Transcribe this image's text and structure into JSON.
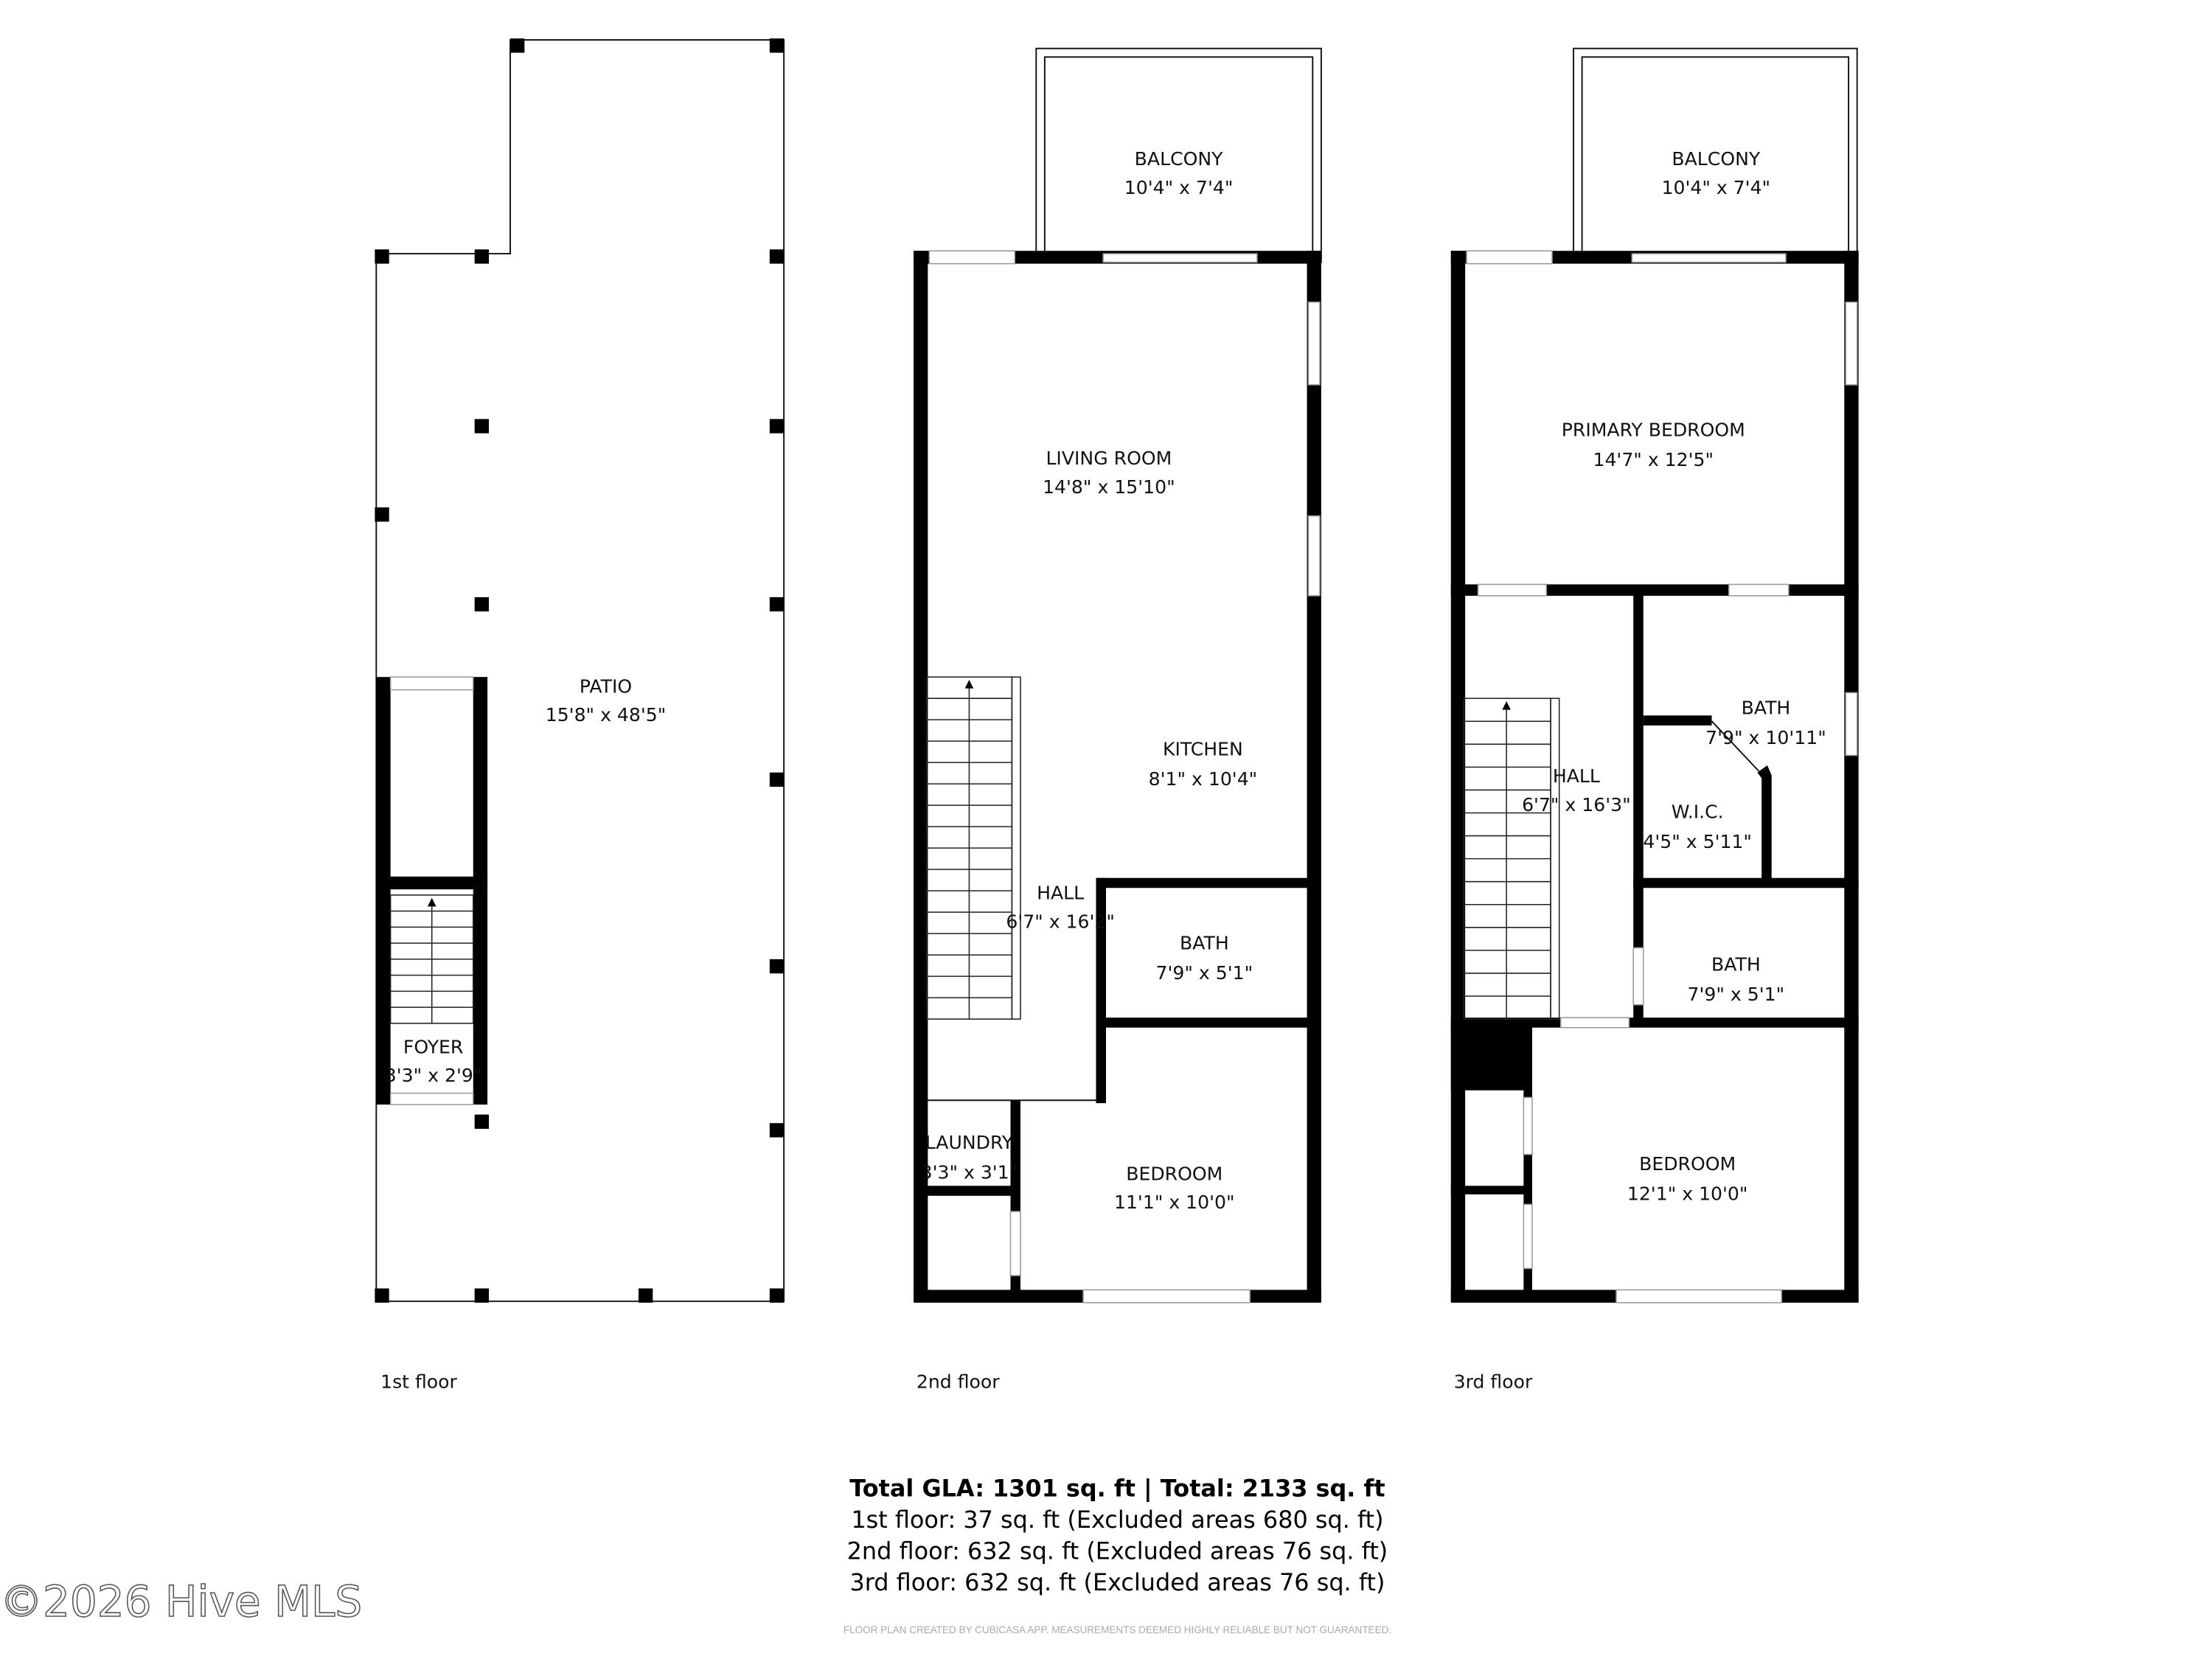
{
  "floors": [
    {
      "label": "1st floor",
      "rooms": [
        {
          "name": "PATIO",
          "size": "15'8\" x 48'5\""
        },
        {
          "name": "FOYER",
          "size": "3'3\" x 2'9\""
        }
      ]
    },
    {
      "label": "2nd floor",
      "rooms": [
        {
          "name": "BALCONY",
          "size": "10'4\" x 7'4\""
        },
        {
          "name": "LIVING ROOM",
          "size": "14'8\" x 15'10\""
        },
        {
          "name": "KITCHEN",
          "size": "8'1\" x 10'4\""
        },
        {
          "name": "HALL",
          "size": "6'7\" x 16'2\""
        },
        {
          "name": "BATH",
          "size": "7'9\" x 5'1\""
        },
        {
          "name": "LAUNDRY",
          "size": "3'3\" x 3'1\""
        },
        {
          "name": "BEDROOM",
          "size": "11'1\" x 10'0\""
        }
      ]
    },
    {
      "label": "3rd floor",
      "rooms": [
        {
          "name": "BALCONY",
          "size": "10'4\" x 7'4\""
        },
        {
          "name": "PRIMARY BEDROOM",
          "size": "14'7\" x 12'5\""
        },
        {
          "name": "HALL",
          "size": "6'7\" x 16'3\""
        },
        {
          "name": "BATH",
          "size": "7'9\" x 10'11\""
        },
        {
          "name": "W.I.C.",
          "size": "4'5\" x 5'11\""
        },
        {
          "name": "BATH",
          "size": "7'9\" x 5'1\""
        },
        {
          "name": "BEDROOM",
          "size": "12'1\" x 10'0\""
        }
      ]
    }
  ],
  "totals": {
    "headline": "Total GLA: 1301 sq. ft | Total: 2133 sq. ft",
    "lines": [
      "1st floor: 37 sq. ft (Excluded areas 680 sq. ft)",
      "2nd floor: 632 sq. ft (Excluded areas 76 sq. ft)",
      "3rd floor: 632 sq. ft (Excluded areas 76 sq. ft)"
    ]
  },
  "disclaimer": "FLOOR PLAN CREATED BY CUBICASA APP. MEASUREMENTS DEEMED HIGHLY RELIABLE BUT NOT GUARANTEED.",
  "watermark": "©2026 Hive MLS"
}
